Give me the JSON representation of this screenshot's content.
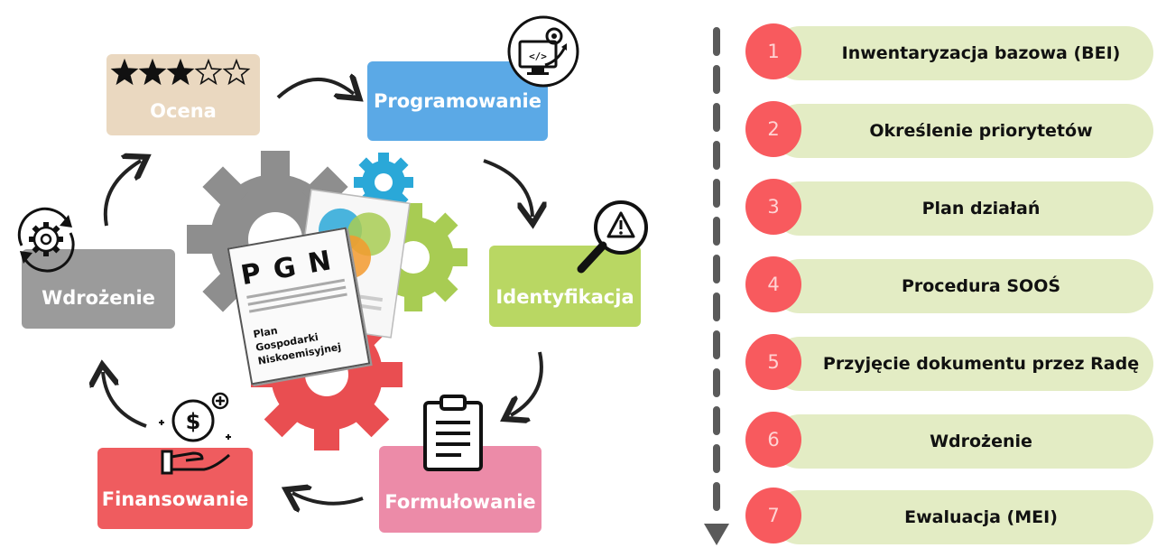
{
  "colors": {
    "ocena": "#ead8c0",
    "programowanie": "#5ba9e6",
    "identyfikacja": "#b9d763",
    "formulowanie": "#ec8ba8",
    "finansowanie": "#ef5c5f",
    "wdrozenie": "#9b9b9b",
    "step_pill": "#e3ecc4",
    "step_num": "#f85a5e",
    "gear_gray": "#8e8e8e",
    "gear_red": "#e94e51",
    "gear_green": "#a8cc53",
    "gear_blue": "#2aa8d8"
  },
  "cycle": {
    "ocena": {
      "label": "Ocena",
      "rating": 3,
      "rating_max": 5,
      "icon": "star-rating-icon"
    },
    "programowanie": {
      "label": "Programowanie",
      "icon": "code-monitor-icon"
    },
    "identyfikacja": {
      "label": "Identyfikacja",
      "icon": "magnifier-warning-icon"
    },
    "formulowanie": {
      "label": "Formułowanie",
      "icon": "clipboard-icon"
    },
    "finansowanie": {
      "label": "Finansowanie",
      "icon": "hand-coin-icon"
    },
    "wdrozenie": {
      "label": "Wdrożenie",
      "icon": "gear-cycle-icon"
    }
  },
  "document": {
    "title": "P G N",
    "lines": [
      "Plan",
      "Gospodarki",
      "Niskoemisyjnej"
    ]
  },
  "steps": [
    {
      "num": "1",
      "label": "Inwentaryzacja bazowa (BEI)"
    },
    {
      "num": "2",
      "label": "Określenie priorytetów"
    },
    {
      "num": "3",
      "label": "Plan działań"
    },
    {
      "num": "4",
      "label": "Procedura SOOŚ"
    },
    {
      "num": "5",
      "label": "Przyjęcie dokumentu przez Radę"
    },
    {
      "num": "6",
      "label": "Wdrożenie"
    },
    {
      "num": "7",
      "label": "Ewaluacja (MEI)"
    }
  ]
}
